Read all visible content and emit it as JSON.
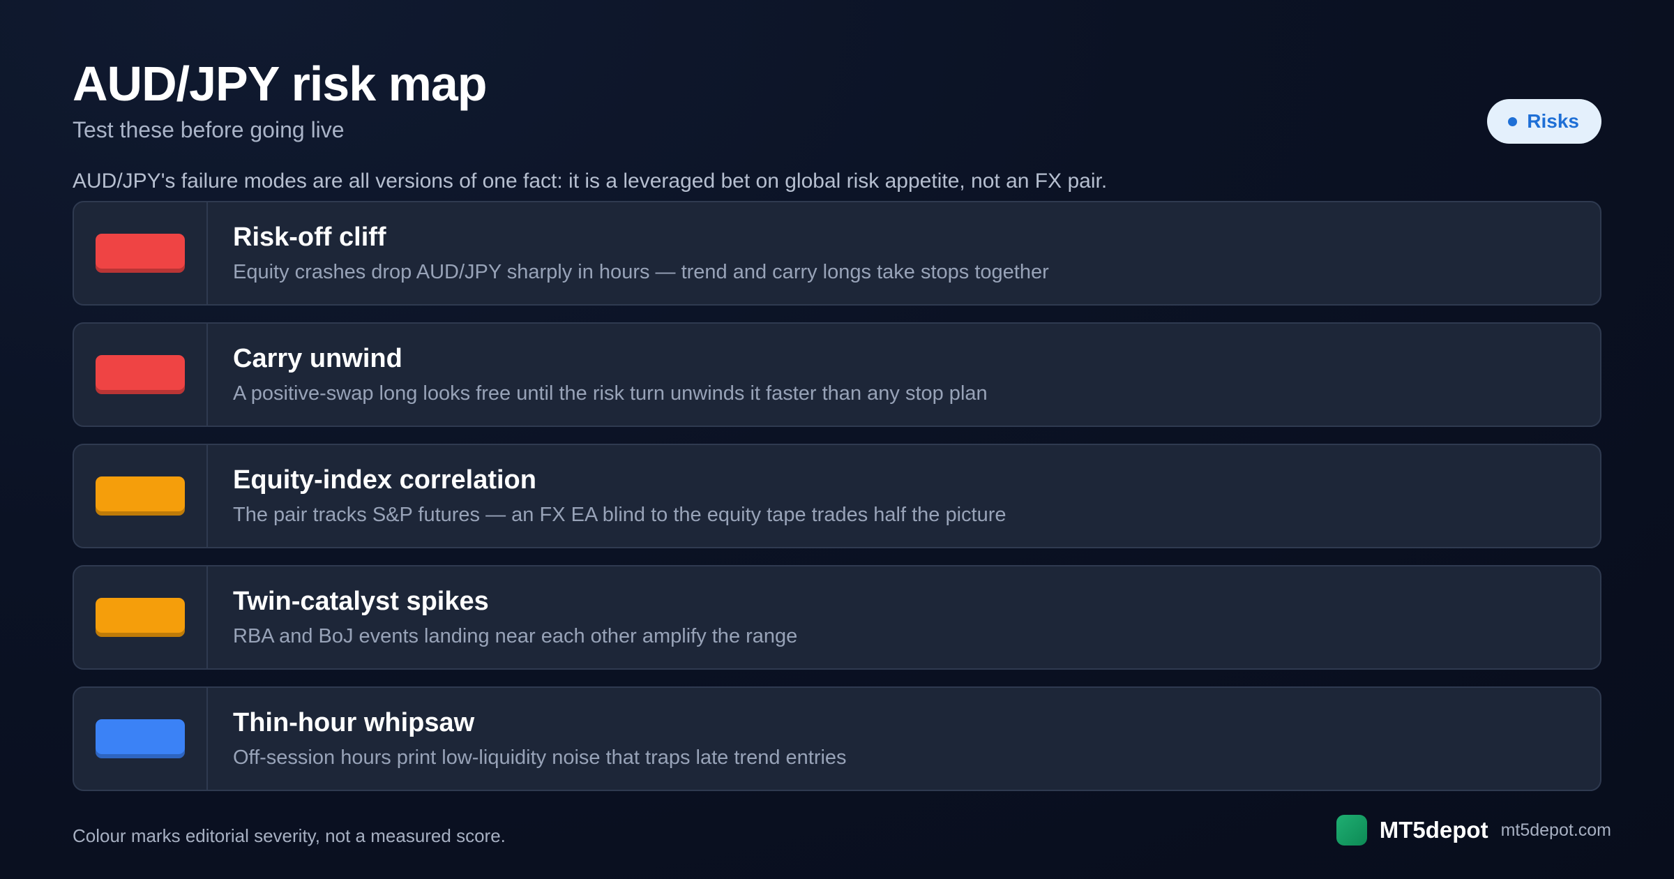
{
  "header": {
    "title": "AUD/JPY risk map",
    "subtitle": "Test these before going live"
  },
  "badge": {
    "label": "Risks"
  },
  "intro": "AUD/JPY's failure modes are all versions of one fact: it is a leveraged bet on global risk appetite, not an FX pair.",
  "risks": [
    {
      "title": "Risk-off cliff",
      "description": "Equity crashes drop AUD/JPY sharply in hours — trend and carry longs take stops together",
      "color": "#ef4444"
    },
    {
      "title": "Carry unwind",
      "description": "A positive-swap long looks free until the risk turn unwinds it faster than any stop plan",
      "color": "#ef4444"
    },
    {
      "title": "Equity-index correlation",
      "description": "The pair tracks S&P futures — an FX EA blind to the equity tape trades half the picture",
      "color": "#f59e0b"
    },
    {
      "title": "Twin-catalyst spikes",
      "description": "RBA and BoJ events landing near each other amplify the range",
      "color": "#f59e0b"
    },
    {
      "title": "Thin-hour whipsaw",
      "description": "Off-session hours print low-liquidity noise that traps late trend entries",
      "color": "#3b82f6"
    }
  ],
  "footnote": "Colour marks editorial severity, not a measured score.",
  "brand": {
    "name": "MT5depot",
    "url": "mt5depot.com"
  }
}
